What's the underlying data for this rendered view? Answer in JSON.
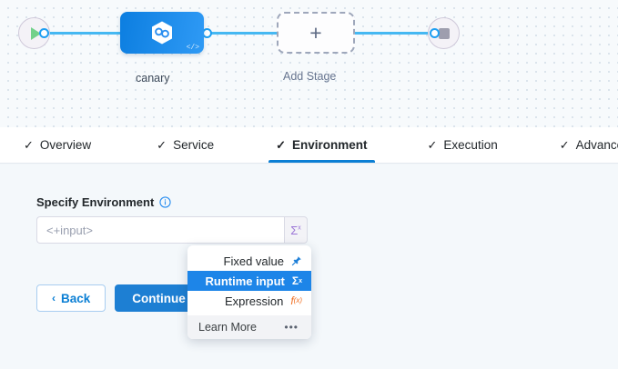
{
  "pipeline": {
    "start_node": {
      "icon": "play-icon"
    },
    "stage": {
      "label": "canary",
      "icon": "harness-hexagon-icon",
      "code_badge": "</>"
    },
    "add_stage": {
      "label": "Add Stage",
      "icon": "plus-icon"
    },
    "end_node": {
      "icon": "stop-icon"
    },
    "colors": {
      "edge": "#45b8f2",
      "stage_from": "#0c7ee0",
      "stage_to": "#2f9af5"
    }
  },
  "tabs": [
    {
      "label": "Overview",
      "check": "✓",
      "active": false
    },
    {
      "label": "Service",
      "check": "✓",
      "active": false
    },
    {
      "label": "Environment",
      "check": "✓",
      "active": true
    },
    {
      "label": "Execution",
      "check": "✓",
      "active": false
    },
    {
      "label": "Advanced",
      "check": "✓",
      "active": false
    }
  ],
  "form": {
    "field_label": "Specify Environment",
    "info_icon": "info-icon",
    "input_value": "",
    "input_placeholder": "<+input>",
    "sigma_button": "Σ",
    "sigma_sup": "x",
    "back_label": "Back",
    "back_chevron": "‹",
    "continue_label": "Continue"
  },
  "dropdown": {
    "items": [
      {
        "label": "Fixed value",
        "icon": "pin-icon",
        "glyph": "⏶",
        "selected": false
      },
      {
        "label": "Runtime input",
        "icon": "sigma-icon",
        "glyph": "Σ",
        "sup": "x",
        "selected": true
      },
      {
        "label": "Expression",
        "icon": "function-icon",
        "glyph": "f(x)",
        "selected": false
      }
    ],
    "footer": {
      "label": "Learn More",
      "icon": "more-dots-icon",
      "dots": "•••"
    },
    "accent": "#1d85e8"
  }
}
